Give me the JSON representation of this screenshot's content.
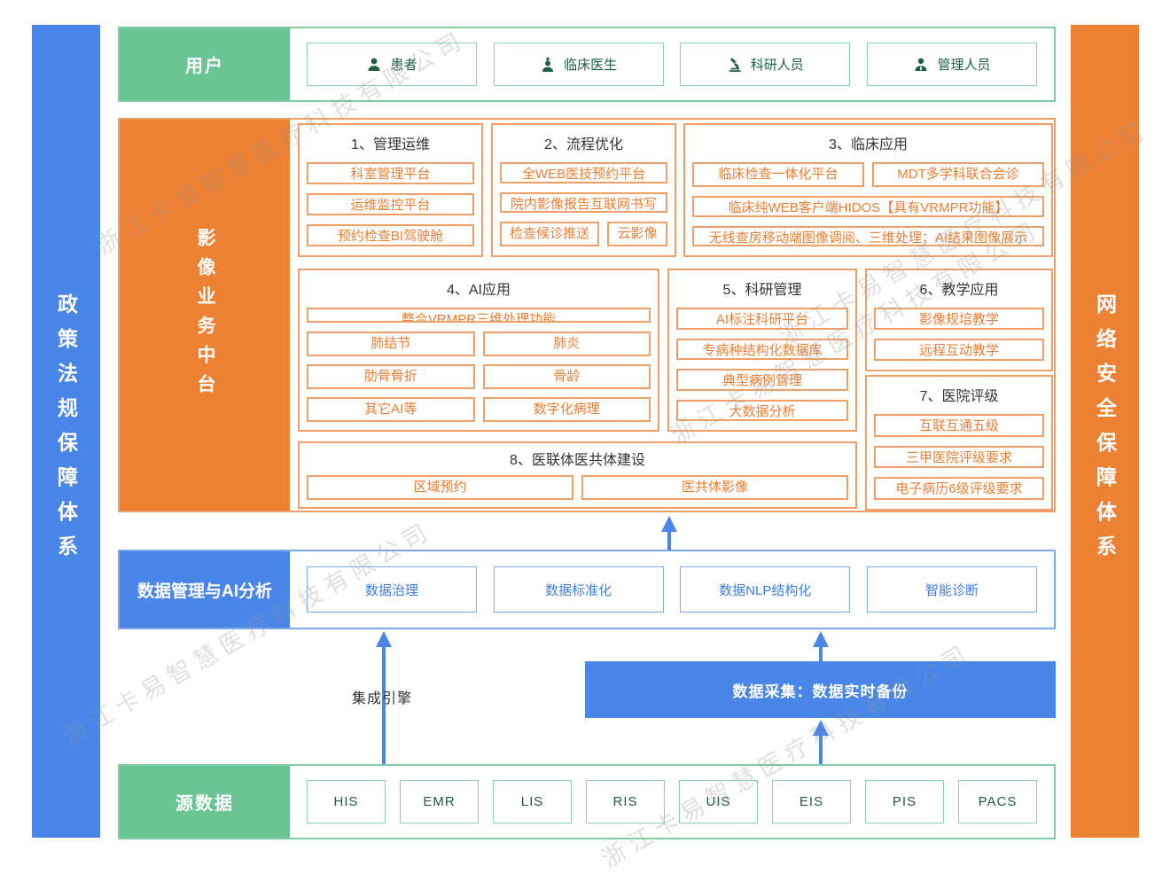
{
  "watermark": {
    "text": "浙江卡易智慧医疗科技有限公司"
  },
  "side_bars": {
    "left": "政策法规保障体系",
    "right": "网络安全保障体系"
  },
  "colors": {
    "green_fill": "#6BC493",
    "green_border": "#8BD2AC",
    "green_text": "#1E6045",
    "orange_fill": "#EC8033",
    "orange_border": "#EFA066",
    "orange_text": "#ED7D31",
    "blue_fill": "#4A86E8",
    "blue_border": "#7BA9F0",
    "blue_text": "#3D7EE0",
    "title_text": "#333333"
  },
  "user_row": {
    "label": "用户",
    "users": [
      {
        "label": "患者",
        "icon": "patient-icon"
      },
      {
        "label": "临床医生",
        "icon": "doctor-icon"
      },
      {
        "label": "科研人员",
        "icon": "microscope-icon"
      },
      {
        "label": "管理人员",
        "icon": "manager-icon"
      }
    ]
  },
  "platform": {
    "label": "影像业务中台",
    "sections": {
      "s1": {
        "title": "1、管理运维",
        "items": [
          "科室管理平台",
          "运维监控平台",
          "预约检查BI驾驶舱"
        ]
      },
      "s2": {
        "title": "2、流程优化",
        "items": [
          "全WEB医技预约平台",
          "院内影像报告互联网书写"
        ],
        "split": [
          "检查候诊推送",
          "云影像"
        ]
      },
      "s3": {
        "title": "3、临床应用",
        "row1": [
          "临床检查一体化平台",
          "MDT多学科联合会诊"
        ],
        "row2": "临床纯WEB客户端HIDOS【具有VRMPR功能】",
        "row3": "无线查房移动端图像调阅、三维处理；AI结果图像展示"
      },
      "s4": {
        "title": "4、AI应用",
        "full": "整合VRMPR三维处理功能",
        "grid": [
          "肺结节",
          "肺炎",
          "肋骨骨折",
          "骨龄",
          "其它AI等",
          "数字化病理"
        ]
      },
      "s5": {
        "title": "5、科研管理",
        "items": [
          "AI标注科研平台",
          "专病种结构化数据库",
          "典型病例管理",
          "大数据分析"
        ]
      },
      "s6": {
        "title": "6、教学应用",
        "items": [
          "影像规培教学",
          "远程互动教学"
        ]
      },
      "s7": {
        "title": "7、医院评级",
        "items": [
          "互联互通五级",
          "三甲医院评级要求",
          "电子病历6级评级要求"
        ]
      },
      "s8": {
        "title": "8、医联体医共体建设",
        "items": [
          "区域预约",
          "医共体影像"
        ]
      }
    }
  },
  "data_mgmt": {
    "label": "数据管理与AI分析",
    "items": [
      "数据治理",
      "数据标准化",
      "数据NLP结构化",
      "智能诊断"
    ]
  },
  "integration": {
    "label": "集成引擎"
  },
  "banner": {
    "text": "数据采集：数据实时备份"
  },
  "source_row": {
    "label": "源数据",
    "systems": [
      "HIS",
      "EMR",
      "LIS",
      "RIS",
      "UIS",
      "EIS",
      "PIS",
      "PACS"
    ]
  }
}
